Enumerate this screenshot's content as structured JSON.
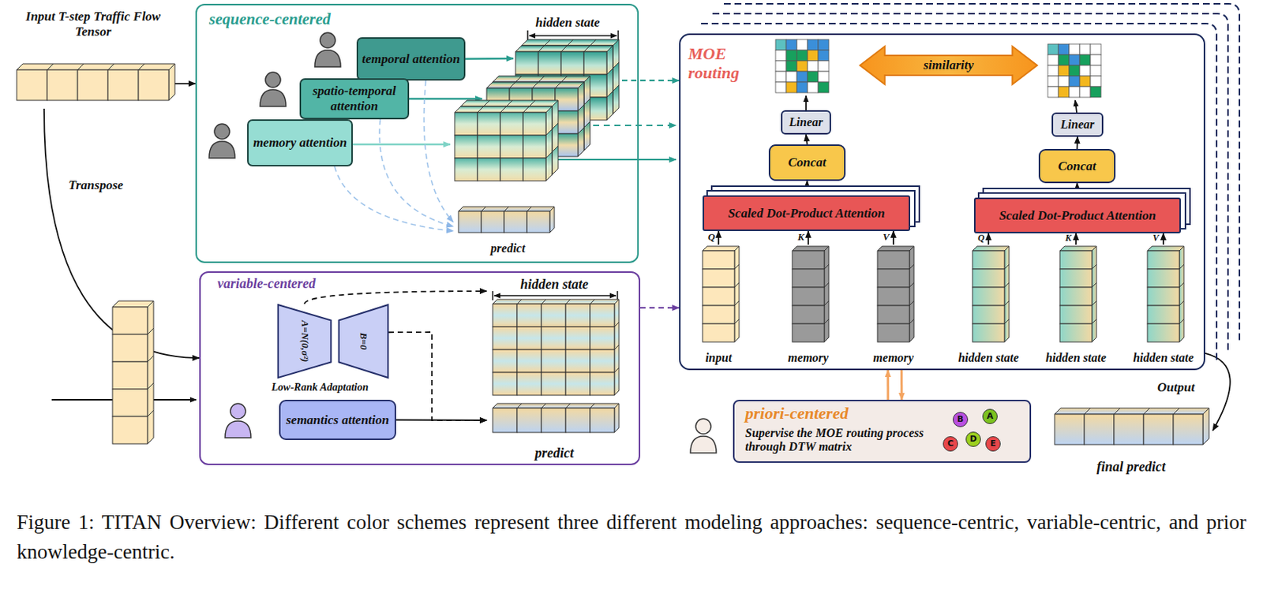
{
  "diagram": {
    "caption": "Figure 1: TITAN Overview: Different color schemes represent three different modeling approaches: sequence-centric, variable-centric, and prior knowledge-centric.",
    "nodes": [
      {
        "text": [
          "Input T-step Traffic Flow Tensor"
        ]
      },
      {
        "text": [
          "sequence-centered"
        ]
      },
      {
        "text": [
          "temporal attention"
        ],
        "in": 1
      },
      {
        "text": [
          "spatio-temporal attention"
        ],
        "in": 1
      },
      {
        "text": [
          "memory attention"
        ],
        "in": 1
      },
      {
        "text": [
          "hidden state"
        ],
        "in": 1
      },
      {
        "text": [
          "predict"
        ],
        "in": 1
      },
      {
        "text": [
          "variable-centered"
        ]
      },
      {
        "text": [
          "A=N(0,σ²)"
        ],
        "in": 7
      },
      {
        "text": [
          "B=0"
        ],
        "in": 7
      },
      {
        "text": [
          "semantics attention"
        ],
        "in": 7
      },
      {
        "text": [
          "hidden state"
        ],
        "in": 7
      },
      {
        "text": [
          "predict"
        ],
        "in": 7
      },
      {
        "text": [
          "MOE routing"
        ]
      },
      {
        "text": [
          "similarity"
        ],
        "in": 13
      },
      {
        "text": [
          "Linear"
        ],
        "in": 13
      },
      {
        "text": [
          "Concat"
        ],
        "in": 13
      },
      {
        "text": [
          "Scaled Dot-Product Attention"
        ],
        "in": 13
      },
      {
        "text": [
          "input"
        ],
        "in": 13
      },
      {
        "text": [
          "memory"
        ],
        "in": 13
      },
      {
        "text": [
          "memory"
        ],
        "in": 13
      },
      {
        "text": [
          "Linear"
        ],
        "in": 13
      },
      {
        "text": [
          "Concat"
        ],
        "in": 13
      },
      {
        "text": [
          "Scaled Dot-Product Attention"
        ],
        "in": 13
      },
      {
        "text": [
          "hidden state"
        ],
        "in": 13
      },
      {
        "text": [
          "hidden state"
        ],
        "in": 13
      },
      {
        "text": [
          "hidden state"
        ],
        "in": 13
      },
      {
        "text": [
          "priori-centered",
          "Supervise the MOE routing process through DTW matrix"
        ]
      },
      {
        "text": [
          "B"
        ],
        "in": 27
      },
      {
        "text": [
          "A"
        ],
        "in": 27
      },
      {
        "text": [
          "C"
        ],
        "in": 27
      },
      {
        "text": [
          "D"
        ],
        "in": 27
      },
      {
        "text": [
          "E"
        ],
        "in": 27
      },
      {
        "text": [
          "final predict"
        ]
      }
    ],
    "edges": [
      {
        "from": 0,
        "to": 1,
        "arrow": "to"
      },
      {
        "from": 2,
        "to": 5,
        "arrow": "to"
      },
      {
        "from": 5,
        "to": 13,
        "arrow": "to"
      },
      {
        "from": 0,
        "to": 7,
        "arrow": "to",
        "label": "Transpose"
      },
      {
        "from": 8,
        "to": 11,
        "arrow": "to"
      },
      {
        "from": 9,
        "to": 12,
        "arrow": "to"
      },
      {
        "from": 10,
        "to": 12,
        "arrow": "to"
      },
      {
        "from": 7,
        "to": 13,
        "arrow": "to"
      },
      {
        "from": 18,
        "to": 17,
        "arrow": "to"
      },
      {
        "from": 19,
        "to": 17,
        "arrow": "to"
      },
      {
        "from": 20,
        "to": 17,
        "arrow": "to"
      },
      {
        "from": 17,
        "to": 16,
        "arrow": "to"
      },
      {
        "from": 16,
        "to": 15,
        "arrow": "to"
      },
      {
        "from": 24,
        "to": 23,
        "arrow": "to"
      },
      {
        "from": 25,
        "to": 23,
        "arrow": "to"
      },
      {
        "from": 26,
        "to": 23,
        "arrow": "to"
      },
      {
        "from": 23,
        "to": 22,
        "arrow": "to"
      },
      {
        "from": 22,
        "to": 21,
        "arrow": "to"
      },
      {
        "from": 13,
        "to": 27,
        "arrow": "to"
      },
      {
        "from": 27,
        "to": 13,
        "arrow": "to"
      },
      {
        "from": 13,
        "to": 33,
        "arrow": "to",
        "label": "Output"
      },
      {
        "from": 28,
        "to": 29,
        "arrow": "none"
      },
      {
        "from": 28,
        "to": 30,
        "arrow": "none"
      },
      {
        "from": 29,
        "to": 31,
        "arrow": "none"
      },
      {
        "from": 29,
        "to": 32,
        "arrow": "none"
      }
    ],
    "labels": [
      "Q",
      "K",
      "V",
      "Q",
      "K",
      "V",
      "Low-Rank Adaptation"
    ]
  }
}
